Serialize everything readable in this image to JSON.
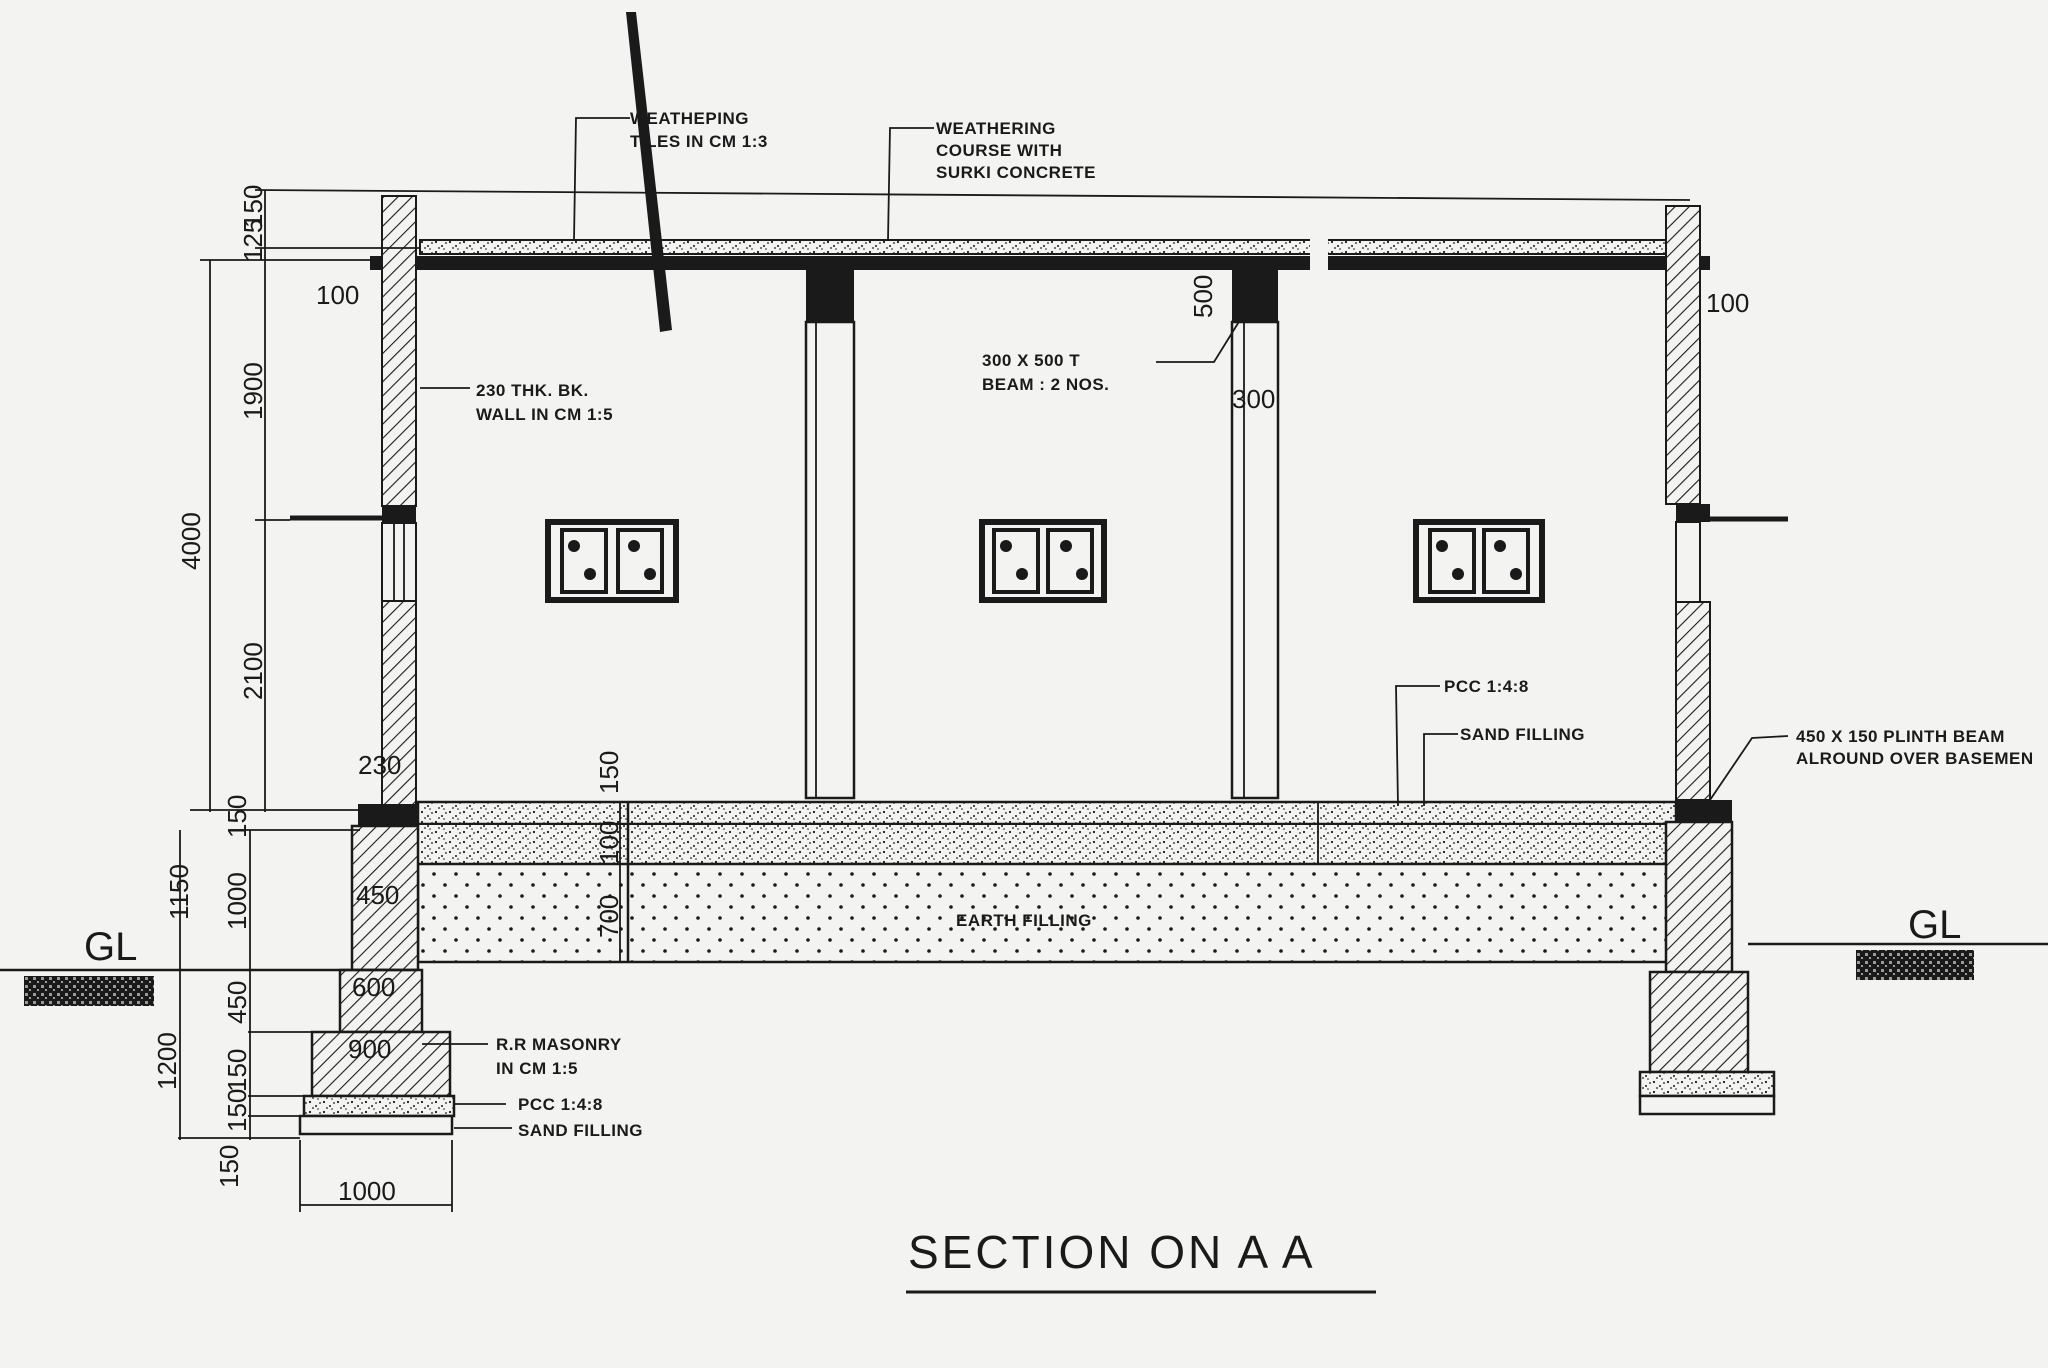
{
  "title": "SECTION ON A A",
  "ground_left": "GL",
  "ground_right": "GL",
  "labels": {
    "weathering_tiles_1": "WEATHEPING",
    "weathering_tiles_2": "TILES IN CM 1:3",
    "weathering_course_1": "WEATHERING",
    "weathering_course_2": "COURSE WITH",
    "weathering_course_3": "SURKI CONCRETE",
    "wall_1": "230 THK. BK.",
    "wall_2": "WALL IN CM 1:5",
    "beam_1": "300 X 500 T",
    "beam_2": "BEAM : 2 NOS.",
    "pcc_floor": "PCC 1:4:8",
    "sand_floor": "SAND FILLING",
    "plinth_1": "450 X 150 PLINTH BEAM",
    "plinth_2": "ALROUND OVER BASEMEN",
    "earth": "EARTH FILLING",
    "rr_1": "R.R MASONRY",
    "rr_2": "IN CM 1:5",
    "pcc_found": "PCC 1:4:8",
    "sand_found": "SAND FILLING"
  },
  "dims": {
    "d4000": "4000",
    "d1900": "1900",
    "d2100": "2100",
    "d125": "125",
    "d150top": "150",
    "d100l": "100",
    "d100r": "100",
    "d500": "500",
    "d300": "300",
    "d230": "230",
    "d150p": "150",
    "d150a": "150",
    "d1150": "1150",
    "d1000v": "1000",
    "d100m": "100",
    "d700": "700",
    "d450": "450",
    "d600": "600",
    "d900": "900",
    "d1200": "1200",
    "d450v": "450",
    "d150v": "150",
    "d150v2": "150",
    "d150b": "150",
    "d1000h": "1000"
  }
}
